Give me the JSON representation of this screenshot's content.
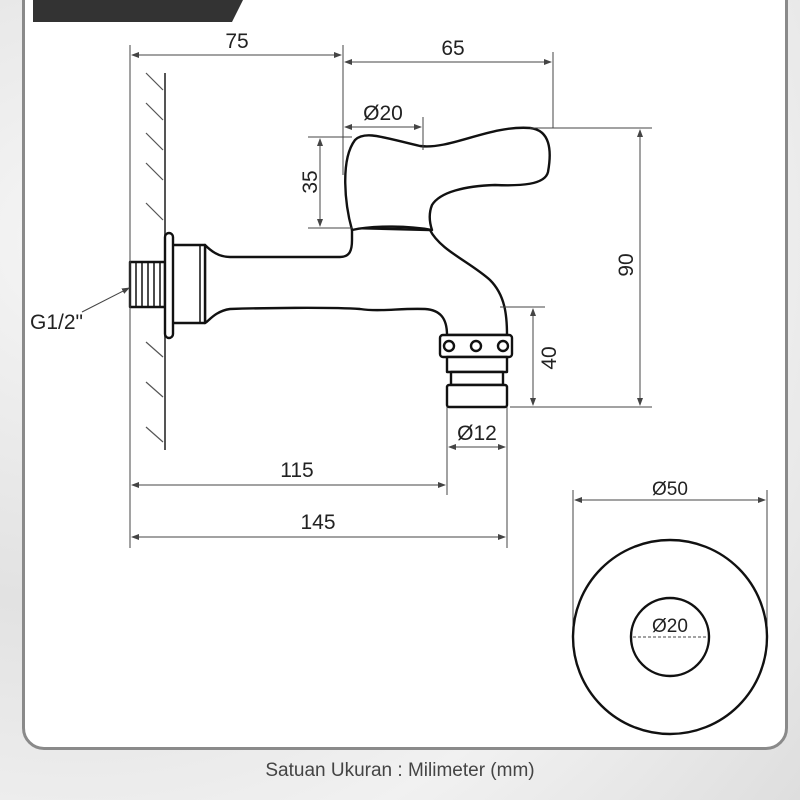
{
  "dimensions": {
    "wall_to_handle": "75",
    "handle_to_end": "65",
    "handle_diameter": "Ø20",
    "handle_height": "35",
    "total_height": "90",
    "nozzle_height": "40",
    "nozzle_diameter": "Ø12",
    "wall_to_nozzle": "115",
    "total_length": "145",
    "thread": "G1/2\"",
    "flange_outer": "Ø50",
    "flange_inner": "Ø20"
  },
  "caption": "Satuan Ukuran : Milimeter (mm)"
}
